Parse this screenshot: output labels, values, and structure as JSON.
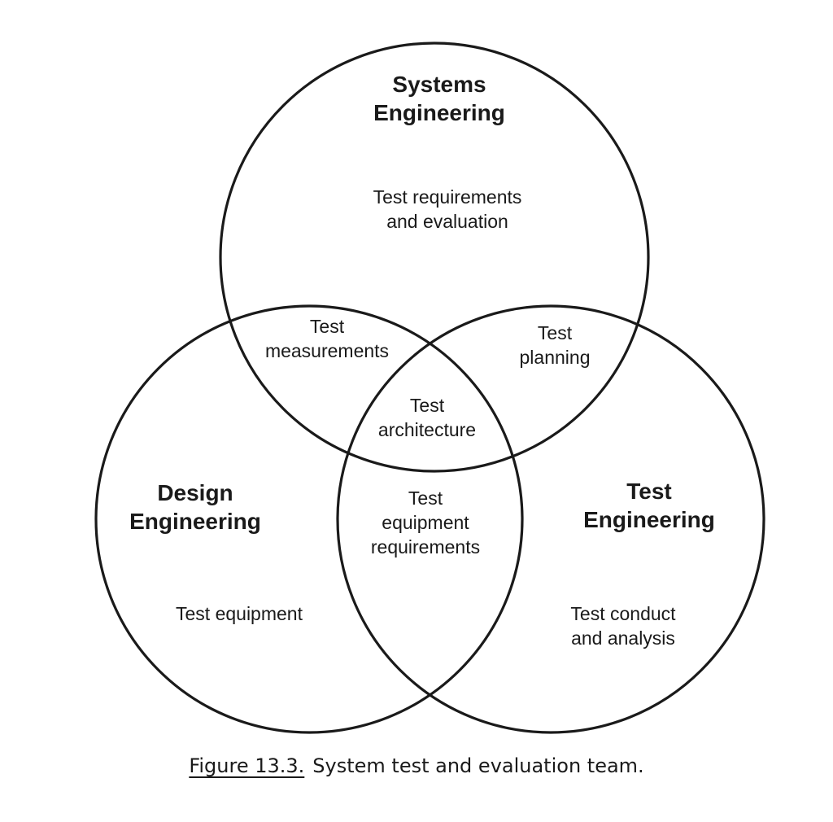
{
  "diagram": {
    "circles": {
      "systems": {
        "title": "Systems\nEngineering",
        "item": "Test requirements\nand evaluation"
      },
      "design": {
        "title": "Design\nEngineering",
        "item": "Test equipment"
      },
      "test": {
        "title": "Test\nEngineering",
        "item": "Test conduct\nand analysis"
      }
    },
    "overlaps": {
      "systems_design": "Test\nmeasurements",
      "systems_test": "Test\nplanning",
      "design_test": "Test\nequipment\nrequirements",
      "center": "Test\narchitecture"
    },
    "stroke_color": "#1a1a1a"
  },
  "caption": {
    "figure_number": "Figure 13.3.",
    "text": "System test and evaluation team."
  }
}
